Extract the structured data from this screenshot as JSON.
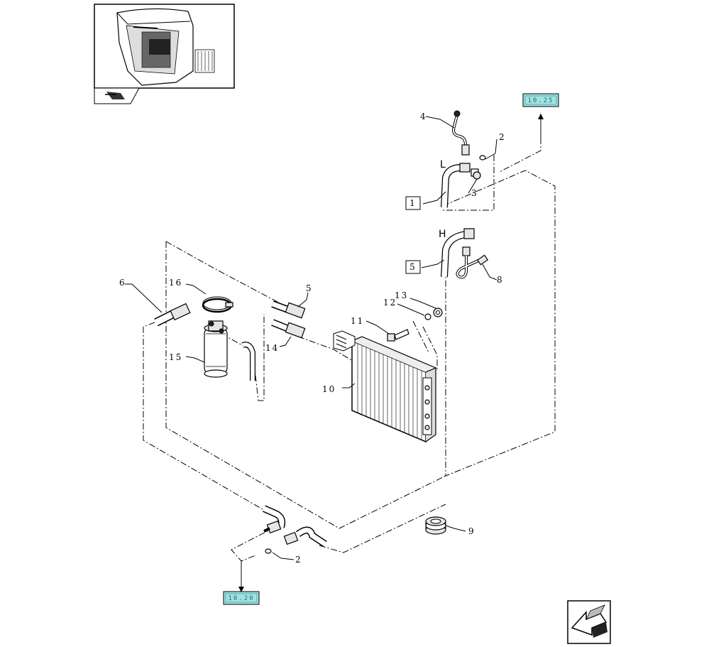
{
  "callouts": {
    "c1": "1",
    "c2a": "2",
    "c2b": "2",
    "c3": "3",
    "c4": "4",
    "c5a": "5",
    "c5b": "5",
    "c6": "6",
    "c8": "8",
    "c9": "9",
    "c10": "10",
    "c11": "11",
    "c12": "12",
    "c13": "13",
    "c14": "14",
    "c15": "15",
    "c16": "16"
  },
  "markers": {
    "low": "L",
    "high": "H"
  },
  "refs": {
    "top": "10.25",
    "bottom": "10.20"
  },
  "colors": {
    "ref_fill": "#9fe3e3",
    "ref_text": "#2a6b6b"
  },
  "icons": {
    "overview": "tractor-cab-thumbnail",
    "nav_small": "book-arrow-icon",
    "nav_prev": "previous-page-arrow-icon"
  }
}
